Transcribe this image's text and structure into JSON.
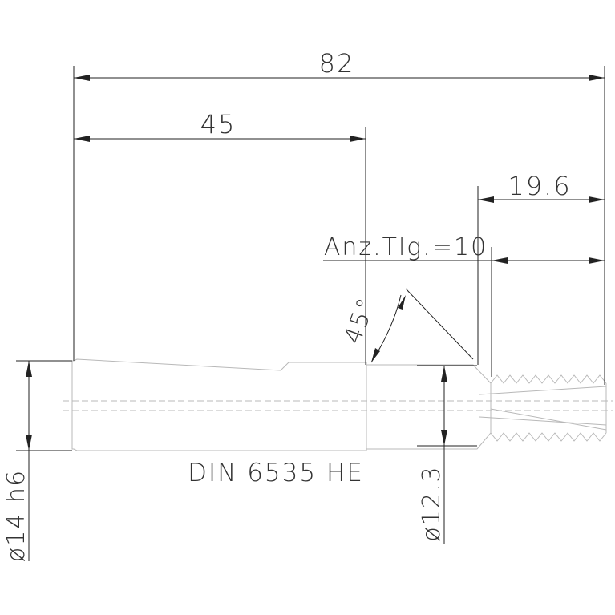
{
  "drawing": {
    "dimensions": {
      "overall_length": "82",
      "shank_length": "45",
      "thread_length": "19.6",
      "teeth_count": "Anz.Tlg.=10",
      "chamfer_angle": "45°",
      "shank_diameter": "ø14 h6",
      "neck_diameter": "ø12.3"
    },
    "shank_standard": "DIN 6535 HE",
    "colors": {
      "dimension_lines": "#222222",
      "part_outline": "#b8b8b8",
      "text": "#333333"
    }
  }
}
